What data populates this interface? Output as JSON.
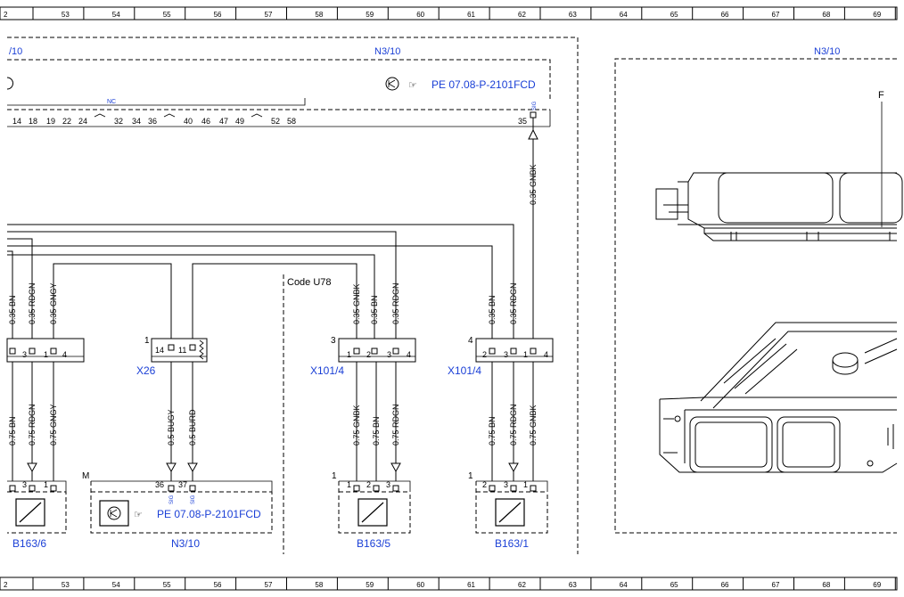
{
  "ruler": [
    "2",
    "53",
    "54",
    "55",
    "56",
    "57",
    "58",
    "59",
    "60",
    "61",
    "62",
    "63",
    "64",
    "65",
    "66",
    "67",
    "68",
    "69"
  ],
  "top_block": {
    "label_left": "/10",
    "label_center": "N3/10",
    "ref": "PE 07.08-P-2101FCD",
    "nc": "NC",
    "pins": [
      "14",
      "18",
      "19",
      "22",
      "24",
      "32",
      "34",
      "36",
      "40",
      "46",
      "47",
      "49",
      "52",
      "58"
    ],
    "pin35": "35",
    "sig": "SIG"
  },
  "right_panel": {
    "label": "N3/10",
    "letter": "F"
  },
  "code_label": "Code U78",
  "wires_top": [
    {
      "id": "w1",
      "label": "0.35 BN"
    },
    {
      "id": "w2",
      "label": "0.35 RDGN"
    },
    {
      "id": "w3",
      "label": "0.35 GNGY"
    },
    {
      "id": "w4",
      "label": "0.35 GNBK"
    },
    {
      "id": "w5",
      "label": "0.35 BN"
    },
    {
      "id": "w6",
      "label": "0.35 RDGN"
    },
    {
      "id": "w7",
      "label": "0.35 BN"
    },
    {
      "id": "w8",
      "label": "0.35 RDGN"
    },
    {
      "id": "w9",
      "label": "0.35 GNBK"
    }
  ],
  "wires_bottom": [
    {
      "id": "b1",
      "label": "0.75 BN"
    },
    {
      "id": "b2",
      "label": "0.75 RDGN"
    },
    {
      "id": "b3",
      "label": "0.75 GNGY"
    },
    {
      "id": "b4",
      "label": "0.5 BUGY"
    },
    {
      "id": "b5",
      "label": "0.5 BURD"
    },
    {
      "id": "b6",
      "label": "0.75 GNBK"
    },
    {
      "id": "b7",
      "label": "0.75 BN"
    },
    {
      "id": "b8",
      "label": "0.75 RDGN"
    },
    {
      "id": "b9",
      "label": "0.75 BN"
    },
    {
      "id": "b10",
      "label": "0.75 RDGN"
    },
    {
      "id": "b11",
      "label": "0.75 GNBK"
    }
  ],
  "connectors": {
    "c1": {
      "label": "",
      "num": "",
      "pins": [
        "3",
        "1",
        "4"
      ]
    },
    "x26": {
      "label": "X26",
      "num": "1",
      "pins": [
        "14",
        "11"
      ]
    },
    "x101a": {
      "label": "X101/4",
      "num": "3",
      "pins": [
        "1",
        "2",
        "3",
        "4"
      ]
    },
    "x101b": {
      "label": "X101/4",
      "num": "4",
      "pins": [
        "2",
        "3",
        "1",
        "4"
      ]
    }
  },
  "components": {
    "b163_6": {
      "label": "B163/6",
      "pins": [
        "3",
        "1"
      ]
    },
    "n3_10": {
      "label": "N3/10",
      "num": "M",
      "ref": "PE 07.08-P-2101FCD",
      "pins": [
        "36",
        "37"
      ],
      "sig": "SIG"
    },
    "b163_5": {
      "label": "B163/5",
      "num": "1",
      "pins": [
        "1",
        "2",
        "3"
      ]
    },
    "b163_1": {
      "label": "B163/1",
      "num": "1",
      "pins": [
        "2",
        "3",
        "1"
      ]
    }
  }
}
